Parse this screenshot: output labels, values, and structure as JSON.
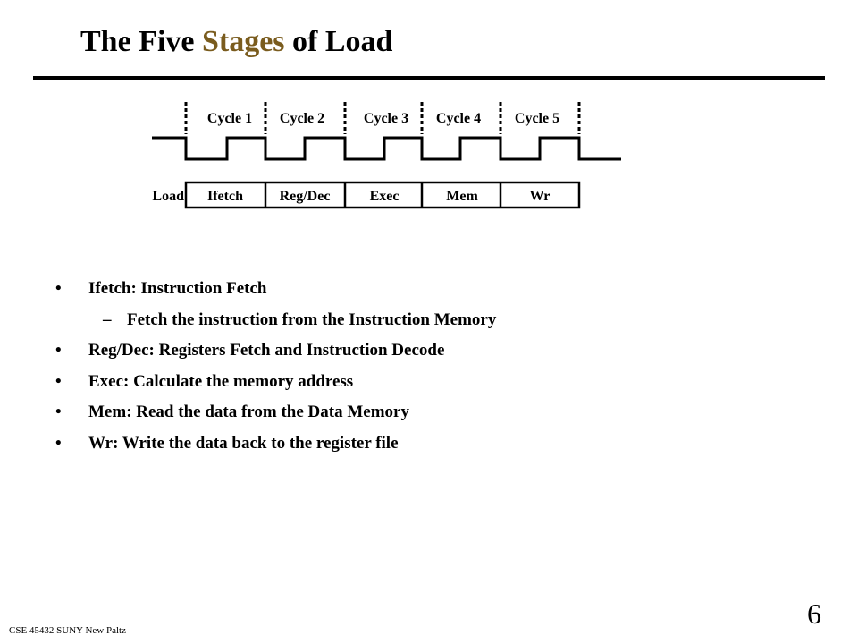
{
  "slide": {
    "title_before": "The Five ",
    "title_accent": "Stages",
    "title_after": " of Load",
    "accent_color": "#7a5c1e"
  },
  "diagram": {
    "cycles": [
      "Cycle 1",
      "Cycle 2",
      "Cycle 3",
      "Cycle 4",
      "Cycle 5"
    ],
    "instruction_label": "Load",
    "stages": [
      "Ifetch",
      "Reg/Dec",
      "Exec",
      "Mem",
      "Wr"
    ]
  },
  "bullets": [
    {
      "mark": "•",
      "text": "Ifetch: Instruction Fetch",
      "level": 1
    },
    {
      "mark": "–",
      "text": "Fetch the instruction from the Instruction Memory",
      "level": 2
    },
    {
      "mark": "•",
      "text": "Reg/Dec: Registers Fetch  and Instruction Decode",
      "level": 1
    },
    {
      "mark": "•",
      "text": "Exec: Calculate the memory address",
      "level": 1
    },
    {
      "mark": "•",
      "text": "Mem: Read the data from the Data Memory",
      "level": 1
    },
    {
      "mark": "•",
      "text": "Wr: Write the data back to the register file",
      "level": 1
    }
  ],
  "footer": {
    "course": "CSE 45432 SUNY New Paltz",
    "page_number": "6"
  }
}
